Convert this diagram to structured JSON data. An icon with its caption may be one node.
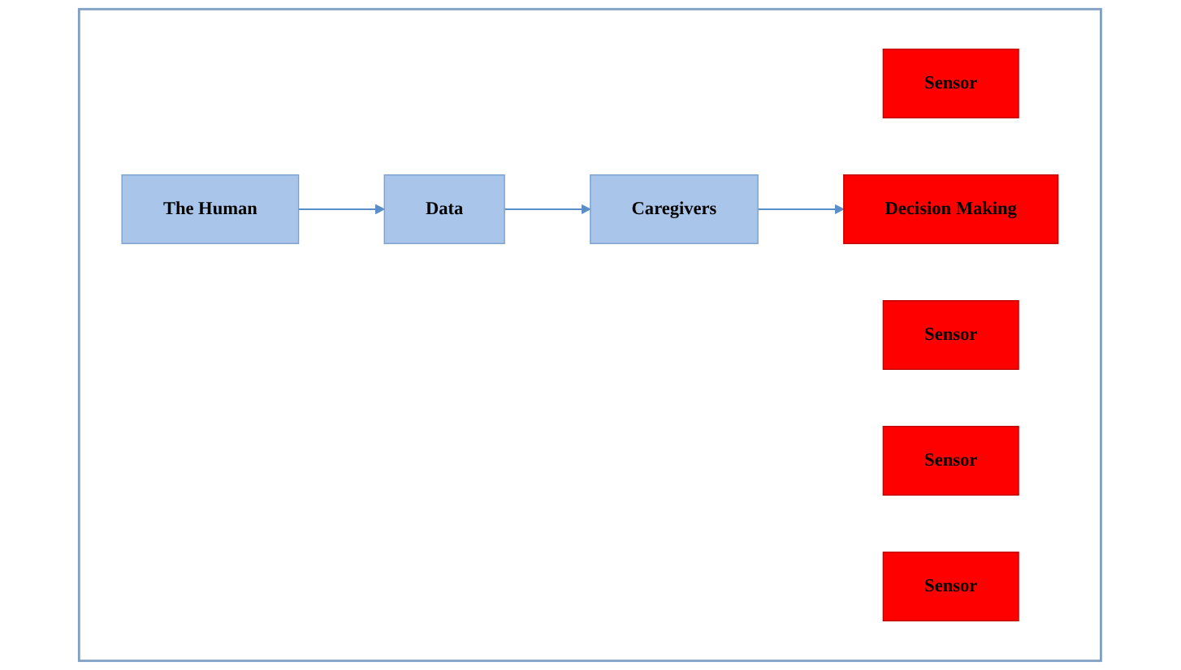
{
  "diagram": {
    "nodes": [
      {
        "text": [],
        "shape": "box"
      },
      {
        "text": [
          "Sensor"
        ],
        "in": 0
      },
      {
        "text": [
          "Sensor"
        ],
        "in": 0
      },
      {
        "text": [
          "The Human"
        ],
        "in": 0
      },
      {
        "text": [
          "Sensor"
        ],
        "in": 0
      },
      {
        "text": [
          "Data"
        ],
        "in": 0
      },
      {
        "text": [
          "Caregivers"
        ],
        "in": 0
      },
      {
        "text": [
          "Sensor"
        ],
        "in": 0
      },
      {
        "text": [
          "Decision Making"
        ],
        "in": 0
      }
    ],
    "edges": [
      {
        "from": 3,
        "to": 5,
        "arrow": "to"
      },
      {
        "from": 5,
        "to": 6,
        "arrow": "to"
      },
      {
        "from": 6,
        "to": 8,
        "arrow": "to"
      }
    ]
  }
}
